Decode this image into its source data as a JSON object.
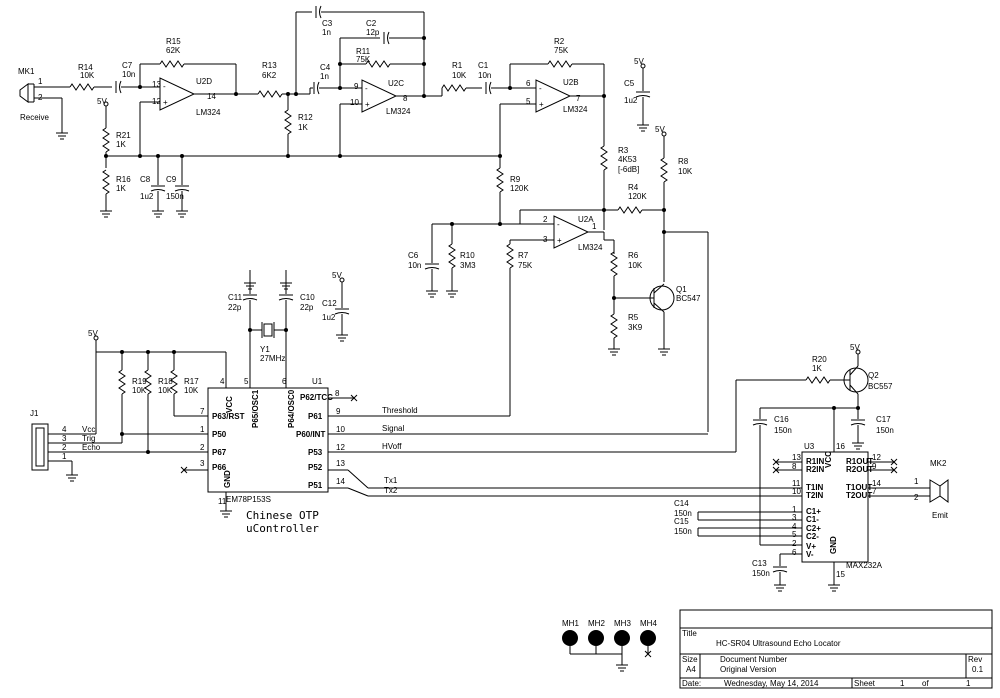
{
  "title_block": {
    "title_label": "Title",
    "title": "HC-SR04 Ultrasound Echo Locator",
    "size_label": "Size",
    "size": "A4",
    "docnum_label": "Document Number",
    "docnum": "Original Version",
    "rev_label": "Rev",
    "rev": "0.1",
    "date_label": "Date:",
    "date": "Wednesday, May 14, 2014",
    "sheet_label": "Sheet",
    "sheet": "1",
    "of_label": "of",
    "sheets": "1"
  },
  "mk1": {
    "ref": "MK1",
    "pin1": "1",
    "pin2": "2",
    "label": "Receive"
  },
  "mk2": {
    "ref": "MK2",
    "pin1": "1",
    "pin2": "2",
    "label": "Emit"
  },
  "opamps": {
    "u2d": {
      "ref": "U2D",
      "part": "LM324",
      "in_minus": "13",
      "in_plus": "12",
      "out": "14"
    },
    "u2c": {
      "ref": "U2C",
      "part": "LM324",
      "in_minus": "9",
      "in_plus": "10",
      "out": "8"
    },
    "u2b": {
      "ref": "U2B",
      "part": "LM324",
      "in_minus": "6",
      "in_plus": "5",
      "out": "7"
    },
    "u2a": {
      "ref": "U2A",
      "part": "LM324",
      "in_minus": "2",
      "in_plus": "3",
      "out": "1"
    }
  },
  "resistors": {
    "r14": {
      "ref": "R14",
      "val": "10K"
    },
    "r15": {
      "ref": "R15",
      "val": "62K"
    },
    "r13": {
      "ref": "R13",
      "val": "6K2"
    },
    "r11": {
      "ref": "R11",
      "val": "75K"
    },
    "r1": {
      "ref": "R1",
      "val": "10K"
    },
    "r2": {
      "ref": "R2",
      "val": "75K"
    },
    "r21": {
      "ref": "R21",
      "val": "1K"
    },
    "r16": {
      "ref": "R16",
      "val": "1K"
    },
    "r12": {
      "ref": "R12",
      "val": "1K"
    },
    "r3": {
      "ref": "R3",
      "val": "4K53",
      "note": "[-6dB]"
    },
    "r8": {
      "ref": "R8",
      "val": "10K"
    },
    "r4": {
      "ref": "R4",
      "val": "120K"
    },
    "r9": {
      "ref": "R9",
      "val": "120K"
    },
    "r10": {
      "ref": "R10",
      "val": "3M3"
    },
    "r7": {
      "ref": "R7",
      "val": "75K"
    },
    "r6": {
      "ref": "R6",
      "val": "10K"
    },
    "r5": {
      "ref": "R5",
      "val": "3K9"
    },
    "r19": {
      "ref": "R19",
      "val": "10K"
    },
    "r18": {
      "ref": "R18",
      "val": "10K"
    },
    "r17": {
      "ref": "R17",
      "val": "10K"
    },
    "r20": {
      "ref": "R20",
      "val": "1K"
    }
  },
  "capacitors": {
    "c7": {
      "ref": "C7",
      "val": "10n"
    },
    "c3": {
      "ref": "C3",
      "val": "1n"
    },
    "c2": {
      "ref": "C2",
      "val": "12p"
    },
    "c4": {
      "ref": "C4",
      "val": "1n"
    },
    "c1": {
      "ref": "C1",
      "val": "10n"
    },
    "c5": {
      "ref": "C5",
      "val": "1u2"
    },
    "c8": {
      "ref": "C8",
      "val": "1u2"
    },
    "c9": {
      "ref": "C9",
      "val": "150n"
    },
    "c6": {
      "ref": "C6",
      "val": "10n"
    },
    "c11": {
      "ref": "C11",
      "val": "22p"
    },
    "c10": {
      "ref": "C10",
      "val": "22p"
    },
    "c12": {
      "ref": "C12",
      "val": "1u2"
    },
    "c16": {
      "ref": "C16",
      "val": "150n"
    },
    "c17": {
      "ref": "C17",
      "val": "150n"
    },
    "c14": {
      "ref": "C14",
      "val": "150n"
    },
    "c15": {
      "ref": "C15",
      "val": "150n"
    },
    "c13": {
      "ref": "C13",
      "val": "150n"
    }
  },
  "supply": "5V",
  "y1": {
    "ref": "Y1",
    "val": "27MHz"
  },
  "q1": {
    "ref": "Q1",
    "part": "BC547"
  },
  "q2": {
    "ref": "Q2",
    "part": "BC557"
  },
  "j1": {
    "ref": "J1",
    "vcc": "Vcc",
    "trig": "Trig",
    "echo": "Echo",
    "p4": "4",
    "p3": "3",
    "p2": "2",
    "p1": "1"
  },
  "u1": {
    "ref": "U1",
    "part": "EM78P153S",
    "vcc": "VCC",
    "gnd": "GND",
    "osc1": "P65/OSC1",
    "osc0": "P64/OSC0",
    "p62": "P62/TCC",
    "p63": "P63/RST",
    "p50": "P50",
    "p67": "P67",
    "p66": "P66",
    "p61": "P61",
    "p60": "P60/INT",
    "p53": "P53",
    "p52": "P52",
    "p51": "P51",
    "n4": "4",
    "n5": "5",
    "n6": "6",
    "n8": "8",
    "n7": "7",
    "n1": "1",
    "n2": "2",
    "n3": "3",
    "n9": "9",
    "n10": "10",
    "n12": "12",
    "n13": "13",
    "n14": "14",
    "n11": "11"
  },
  "nets": {
    "threshold": "Threshold",
    "signal": "Signal",
    "hvoff": "HVoff",
    "tx1": "Tx1",
    "tx2": "Tx2"
  },
  "caption": {
    "line1": "Chinese OTP",
    "line2": "uController"
  },
  "u3": {
    "ref": "U3",
    "part": "MAX232A",
    "vcc": "VCC",
    "gnd": "GND",
    "r1in": "R1IN",
    "r2in": "R2IN",
    "r1out": "R1OUT",
    "r2out": "R2OUT",
    "t1in": "T1IN",
    "t2in": "T2IN",
    "t1out": "T1OUT",
    "t2out": "T2OUT",
    "c1p": "C1+",
    "c1m": "C1-",
    "c2p": "C2+",
    "c2m": "C2-",
    "vp": "V+",
    "vm": "V-",
    "n13": "13",
    "n8": "8",
    "n12": "12",
    "n9": "9",
    "n11": "11",
    "n10": "10",
    "n14": "14",
    "n7": "7",
    "n1": "1",
    "n3": "3",
    "n4": "4",
    "n5": "5",
    "n2": "2",
    "n6": "6",
    "n16": "16",
    "n15": "15"
  },
  "mounting": {
    "mh1": "MH1",
    "mh2": "MH2",
    "mh3": "MH3",
    "mh4": "MH4"
  }
}
